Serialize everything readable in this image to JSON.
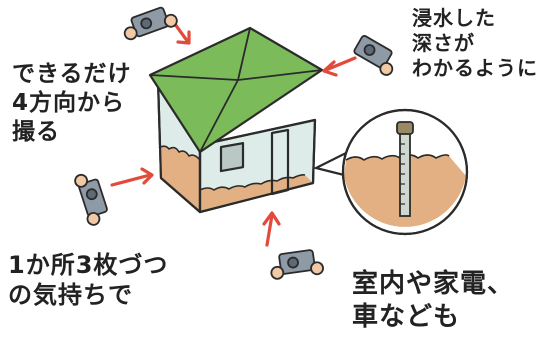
{
  "notes": {
    "top_left": "できるだけ\n4方向から\n撮る",
    "top_right": "浸水した\n深さが\nわかるように",
    "bottom_left": "1か所3枚づつ\nの気持ちで",
    "bottom_right": "室内や家電、\n車なども"
  },
  "colors": {
    "outline": "#2b2b2b",
    "roof": "#7cbb5a",
    "roof_dark": "#5f9e43",
    "wall": "#ddece8",
    "flood": "#e2b083",
    "arrow": "#e24a3a",
    "camera_body": "#8e9aa6",
    "camera_hand": "#f1c9a5",
    "gauge": "#cfd8cf",
    "gauge_cap": "#9a8a63"
  },
  "icons": [
    "camera-icon",
    "arrow-icon",
    "water-gauge-icon"
  ]
}
